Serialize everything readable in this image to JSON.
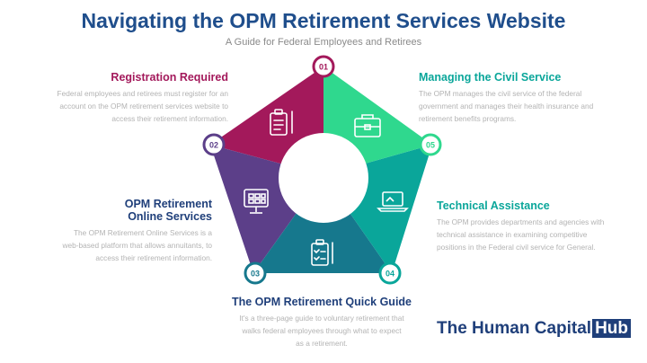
{
  "header": {
    "title": "Navigating the OPM Retirement Services Website",
    "subtitle": "A Guide for Federal Employees and Retirees"
  },
  "colors": {
    "title": "#1f4e8c",
    "seg1": "#a3195b",
    "seg2": "#5c3f89",
    "seg3": "#16788d",
    "seg4": "#0aa69a",
    "seg5": "#2fd88e",
    "brand": "#1f3f7a"
  },
  "steps": [
    {
      "number": "01",
      "title": "Registration Required",
      "description": "Federal employees and retirees must register for an account on the OPM retirement services website to access their retirement information.",
      "icon": "clipboard-icon"
    },
    {
      "number": "02",
      "title": "OPM Retirement Online Services",
      "description": "The OPM Retirement Online Services is a web-based platform that allows annuitants, to access their retirement information.",
      "icon": "computer-monitor-icon"
    },
    {
      "number": "03",
      "title": "The OPM Retirement Quick Guide",
      "description": "It's a three-page guide to voluntary retirement that walks federal employees through what to expect as a retirement.",
      "icon": "checklist-icon"
    },
    {
      "number": "04",
      "title": "Technical Assistance",
      "description": "The OPM provides departments and agencies with technical assistance in examining competitive positions in the Federal civil service for General.",
      "icon": "laptop-icon"
    },
    {
      "number": "05",
      "title": "Managing the Civil Service",
      "description": "The OPM manages the civil service of the federal government and manages their health insurance and retirement benefits programs.",
      "icon": "briefcase-icon"
    }
  ],
  "brand": {
    "name": "The Human Capital",
    "badge": "Hub"
  }
}
